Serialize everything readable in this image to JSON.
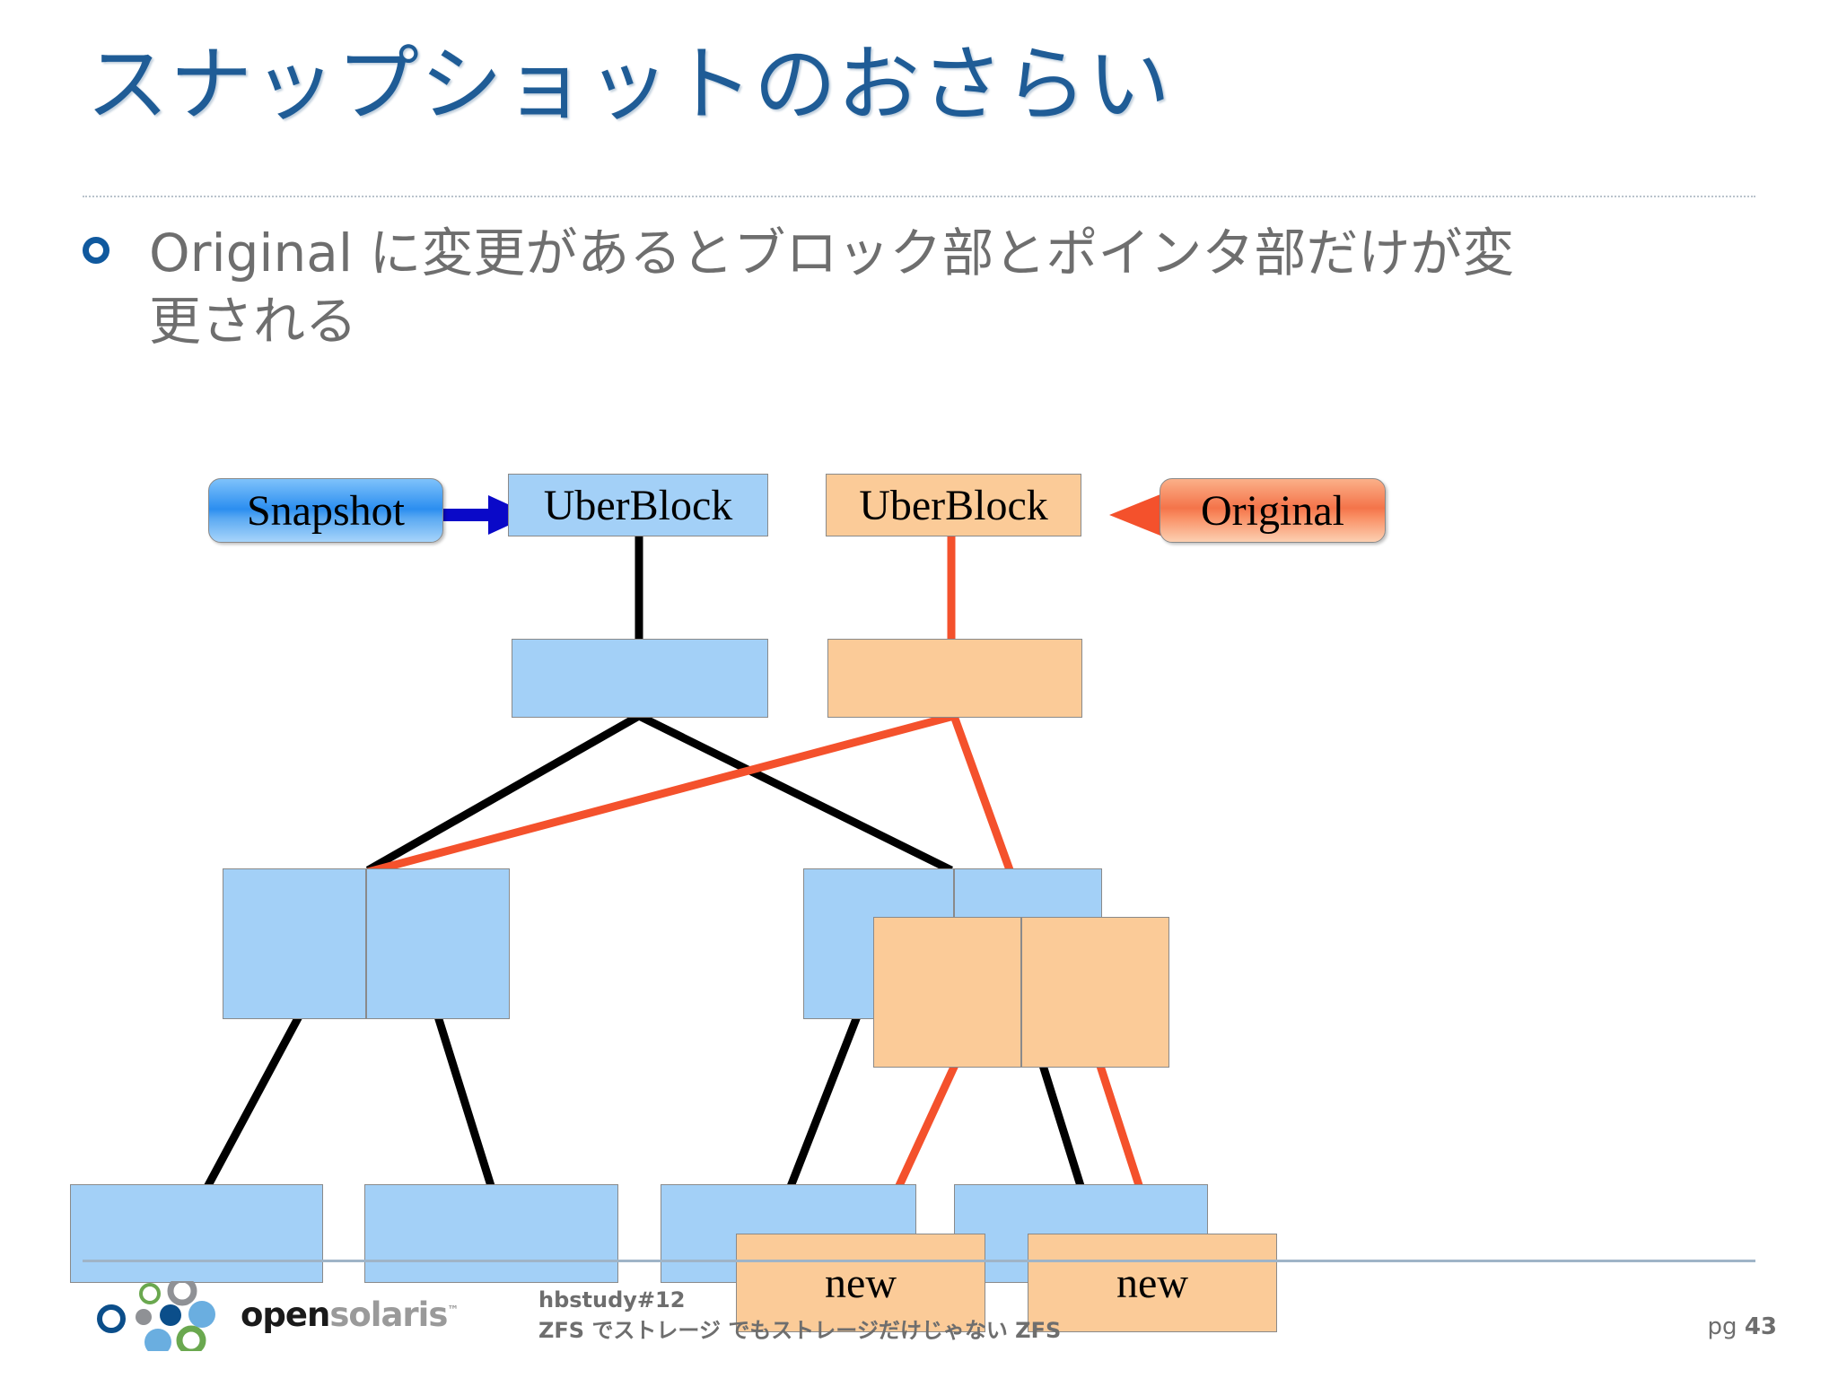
{
  "slide": {
    "title": "スナップショットのおさらい",
    "title_color": "#1f5c96",
    "bullet": {
      "marker": "ring-bullet",
      "line1": "Original に変更があるとブロック部とポインタ部だけが変",
      "line2": "更される",
      "text_color": "#6e6e6e",
      "marker_color": "#10599e"
    }
  },
  "diagram": {
    "colors": {
      "block_blue": "#a3d0f7",
      "block_orange": "#fbcb98",
      "arrow_blue": "#0a09c8",
      "arrow_orange": "#f4512c",
      "link_black": "#000000",
      "link_orange": "#f4512c",
      "border": "#8a8a8a"
    },
    "labels": {
      "snapshot": "Snapshot",
      "uberblock_left": "UberBlock",
      "uberblock_right": "UberBlock",
      "original": "Original",
      "new_left": "new",
      "new_right": "new"
    }
  },
  "footer": {
    "line1": "hbstudy#12",
    "line2": "ZFS でストレージ でもストレージだけじゃない ZFS",
    "page_prefix": "pg",
    "page_number": "43",
    "logo_open": "open",
    "logo_solaris": "solaris",
    "logo_tm": "™"
  }
}
